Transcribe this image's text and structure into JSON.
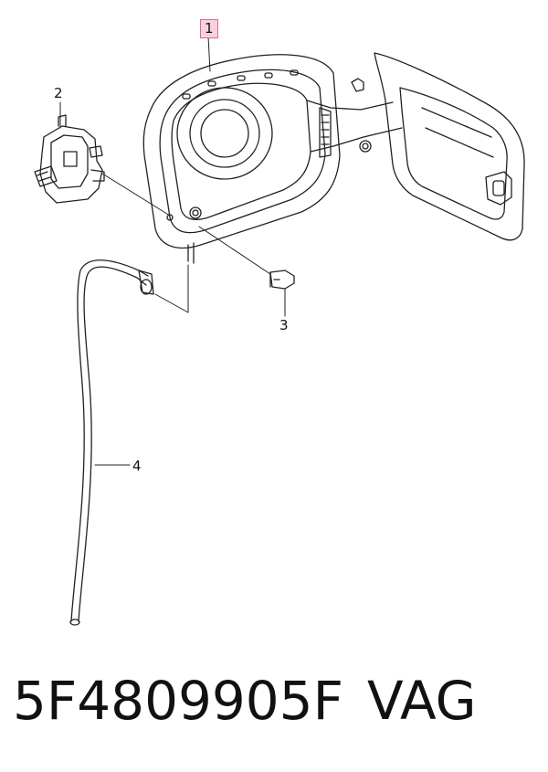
{
  "callouts": {
    "c1": "1",
    "c2": "2",
    "c3": "3",
    "c4": "4"
  },
  "caption": {
    "part_number": "5F4809905F",
    "brand": "VAG"
  },
  "colors": {
    "line": "#222222",
    "highlight_fill": "#f6d3dc",
    "highlight_border": "#e06a86"
  }
}
